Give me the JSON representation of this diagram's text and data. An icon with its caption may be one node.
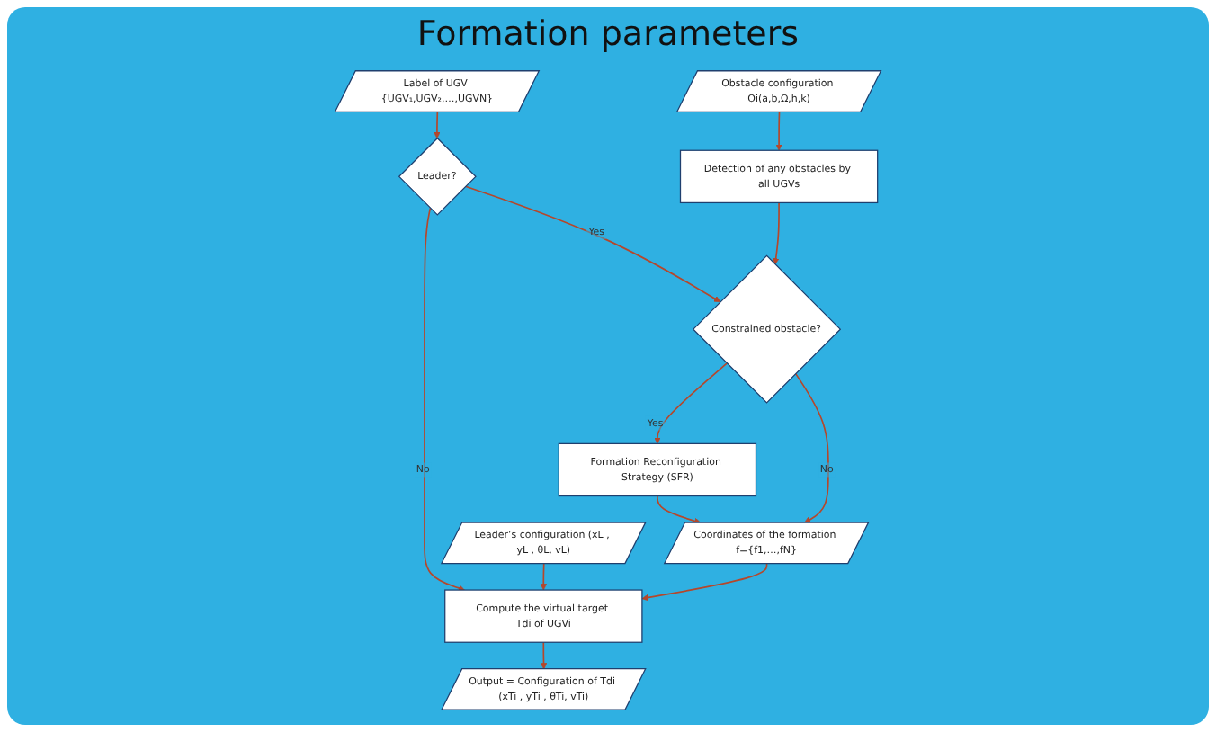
{
  "diagram": {
    "title": "Formation parameters",
    "nodes": [
      {
        "text": [
          "Label of UGV {UGV₁,UGV₂,…,UGVN}"
        ]
      },
      {
        "text": [
          "Leader?"
        ]
      },
      {
        "text": [
          "Leader’s configuration (xL , yL , θL, vL)"
        ]
      },
      {
        "text": [
          "Compute the virtual target Tdi of UGVi"
        ]
      },
      {
        "text": [
          "Output = Configuration of Tdi (xTi , yTi , θTi, vTi)"
        ]
      },
      {
        "text": [
          "Coordinates of the formation f={f1,…,fN}"
        ]
      },
      {
        "text": [
          "Obstacle configuration Oi(a,b,Ω,h,k)"
        ]
      },
      {
        "text": [
          "Detection of any obstacles by all UGVs"
        ]
      },
      {
        "text": [
          "Constrained obstacle?"
        ]
      },
      {
        "text": [
          "Formation Reconfiguration Strategy (SFR)"
        ]
      }
    ],
    "edges": [
      {
        "from": 0,
        "to": 1,
        "arrow": "to"
      },
      {
        "from": 1,
        "to": 3,
        "arrow": "to",
        "label": "No"
      },
      {
        "from": 1,
        "to": 8,
        "arrow": "to",
        "label": "Yes"
      },
      {
        "from": 2,
        "to": 3,
        "arrow": "to"
      },
      {
        "from": 3,
        "to": 4,
        "arrow": "to"
      },
      {
        "from": 5,
        "to": 3,
        "arrow": "to"
      },
      {
        "from": 6,
        "to": 7,
        "arrow": "to"
      },
      {
        "from": 7,
        "to": 8,
        "arrow": "to"
      },
      {
        "from": 8,
        "to": 9,
        "arrow": "to",
        "label": "Yes"
      },
      {
        "from": 9,
        "to": 5,
        "arrow": "to"
      },
      {
        "from": 8,
        "to": 5,
        "arrow": "to",
        "label": "No"
      }
    ]
  }
}
